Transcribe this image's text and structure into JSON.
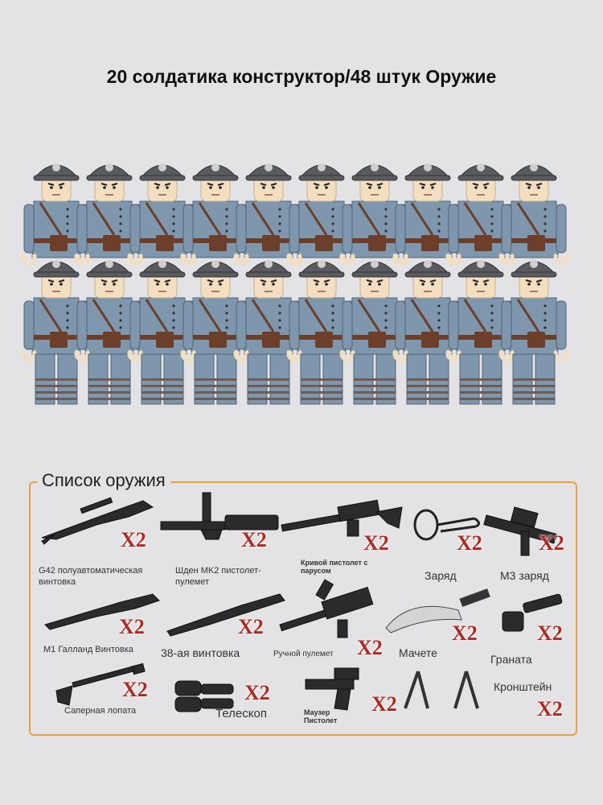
{
  "title": "20 солдатика конструктор/48 штук Оружие",
  "colors": {
    "background": "#e3e3e5",
    "helmet": "#5a5b60",
    "uniform": "#7f97ad",
    "skin": "#f3dec0",
    "leather": "#6b3f2a",
    "panel_border": "#e8a23a",
    "quantity": "#b3271e"
  },
  "figures": {
    "rows": 2,
    "per_row": 10
  },
  "weapon_list": {
    "heading": "Список оружия",
    "items": [
      {
        "name": "G42 полуавтоматическая винтовка",
        "qty": "X2",
        "icon": "rifle-icon"
      },
      {
        "name": "Шден MK2 пистолет-пулемет",
        "qty": "X2",
        "icon": "sten-gun-icon"
      },
      {
        "name": "Кривой пистолет с парусом",
        "qty": "X2",
        "icon": "submachine-gun-icon"
      },
      {
        "name": "Заряд",
        "qty": "X2",
        "icon": "bugle-icon"
      },
      {
        "name": "M3 заряд",
        "qty": "X2",
        "icon": "grease-gun-icon"
      },
      {
        "name": "M1 Галланд Винтовка",
        "qty": "X2",
        "icon": "garand-rifle-icon"
      },
      {
        "name": "38-ая винтовка",
        "qty": "X2",
        "icon": "arisaka-rifle-icon"
      },
      {
        "name": "Ручной пулемет",
        "qty": "X2",
        "icon": "light-machine-gun-icon"
      },
      {
        "name": "Мачете",
        "qty": "X2",
        "icon": "machete-icon"
      },
      {
        "name": "Граната",
        "qty": "X2",
        "icon": "grenade-icon"
      },
      {
        "name": "Саперная лопата",
        "qty": "X2",
        "icon": "shovel-icon"
      },
      {
        "name": "Телескоп",
        "qty": "X2",
        "icon": "binoculars-icon"
      },
      {
        "name": "Маузер Пистолет",
        "qty": "X2",
        "icon": "mauser-pistol-icon"
      },
      {
        "name": "Кронштейн",
        "qty": "X2",
        "icon": "bipod-icon"
      }
    ]
  }
}
